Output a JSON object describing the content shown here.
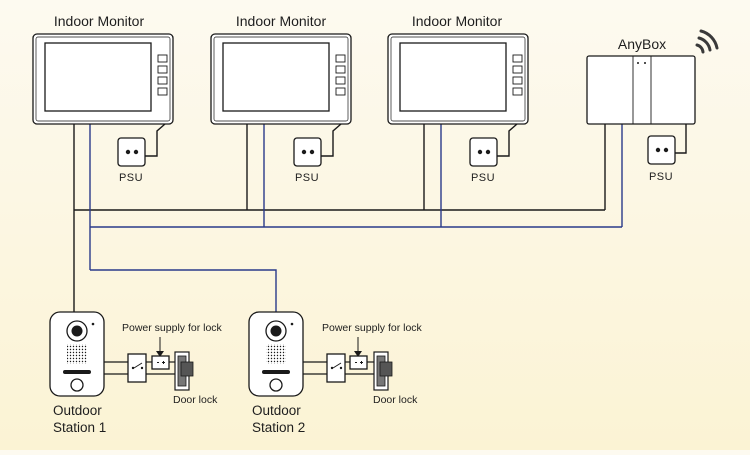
{
  "monitors": [
    {
      "label": "Indoor Monitor",
      "psu_label": "PSU"
    },
    {
      "label": "Indoor Monitor",
      "psu_label": "PSU"
    },
    {
      "label": "Indoor Monitor",
      "psu_label": "PSU"
    }
  ],
  "anybox": {
    "label": "AnyBox",
    "psu_label": "PSU"
  },
  "stations": [
    {
      "line1": "Outdoor",
      "line2": "Station 1",
      "power_label": "Power supply for lock",
      "lock_label": "Door lock"
    },
    {
      "line1": "Outdoor",
      "line2": "Station 2",
      "power_label": "Power supply for lock",
      "lock_label": "Door lock"
    }
  ],
  "colors": {
    "wire_black": "#1a1a1a",
    "wire_blue": "#2a3a8a",
    "background": "#fbf3d4"
  }
}
